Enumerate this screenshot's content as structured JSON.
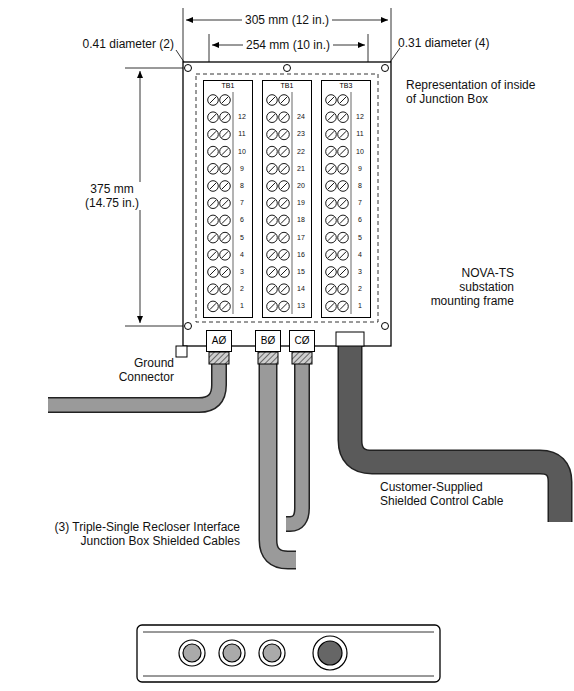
{
  "diagram": {
    "nodes": [
      {
        "text": [
          "TB1"
        ]
      },
      {
        "text": [
          "TB1"
        ]
      },
      {
        "text": [
          "TB3"
        ]
      },
      {
        "text": [
          "AØ"
        ]
      },
      {
        "text": [
          "BØ"
        ]
      },
      {
        "text": [
          "CØ"
        ]
      }
    ],
    "labels": [
      "305 mm (12 in.)",
      "254 mm (10 in.)",
      "0.41 diameter (2)",
      "0.31 diameter (4)",
      "375 mm (14.75 in.)",
      "Representation of inside of Junction Box",
      "NOVA-TS substation mounting frame",
      "Ground Connector",
      "Customer-Supplied Shielded Control Cable",
      "(3) Triple-Single Recloser Interface Junction Box Shielded Cables",
      "12",
      "11",
      "10",
      "9",
      "8",
      "7",
      "6",
      "5",
      "4",
      "3",
      "2",
      "1",
      "24",
      "23",
      "22",
      "21",
      "20",
      "19",
      "18",
      "17",
      "16",
      "15",
      "14",
      "13",
      "12",
      "11",
      "10",
      "9",
      "8",
      "7",
      "6",
      "5",
      "4",
      "3",
      "2",
      "1"
    ]
  }
}
